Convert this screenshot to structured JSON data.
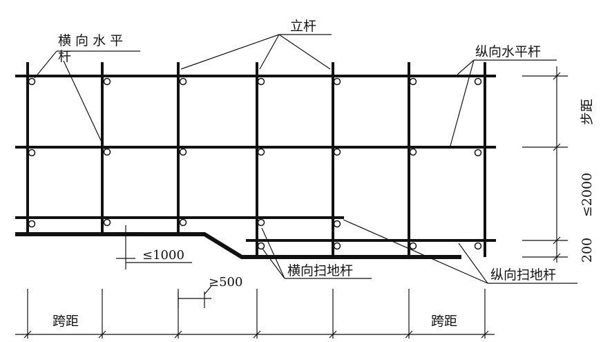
{
  "labels": {
    "transverse_horizontal_bar": "横 向 水 平",
    "transverse_horizontal_bar_2": "杆",
    "upright": "立杆",
    "longitudinal_horizontal_bar": "纵向水平杆",
    "step_distance": "步距",
    "max_2000": "≤2000",
    "dim_200": "200",
    "max_1000": "≤1000",
    "min_500": "≥500",
    "transverse_sweep_bar": "横向扫地杆",
    "longitudinal_sweep_bar": "纵向扫地杆",
    "span_left": "跨距",
    "span_right": "跨距"
  },
  "colors": {
    "stroke": "#111111",
    "background": "#ffffff"
  }
}
